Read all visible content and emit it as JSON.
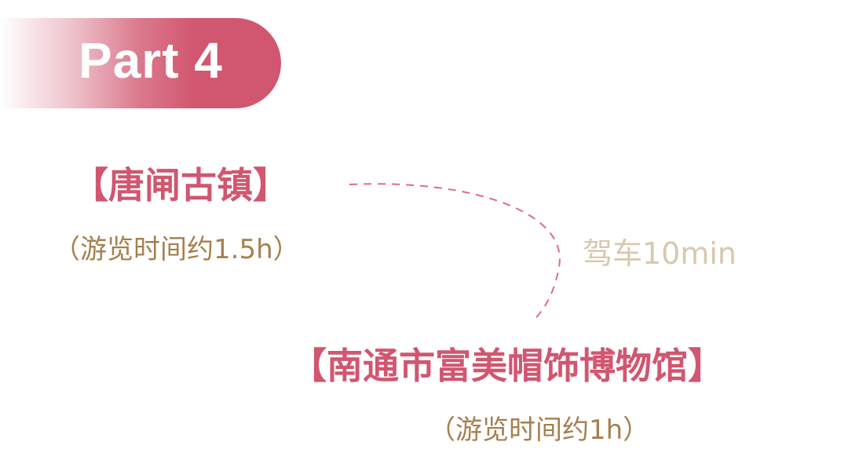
{
  "banner": {
    "label": "Part 4"
  },
  "stops": [
    {
      "name": "【唐闸古镇】",
      "duration": "（游览时间约1.5h）"
    },
    {
      "name": "【南通市富美帽饰博物馆】",
      "duration": "（游览时间约1h）"
    }
  ],
  "transit": {
    "label": "驾车10min"
  },
  "colors": {
    "accent": "#d1566f",
    "subtitle": "#a5804f",
    "transit": "#d8c8ae"
  }
}
